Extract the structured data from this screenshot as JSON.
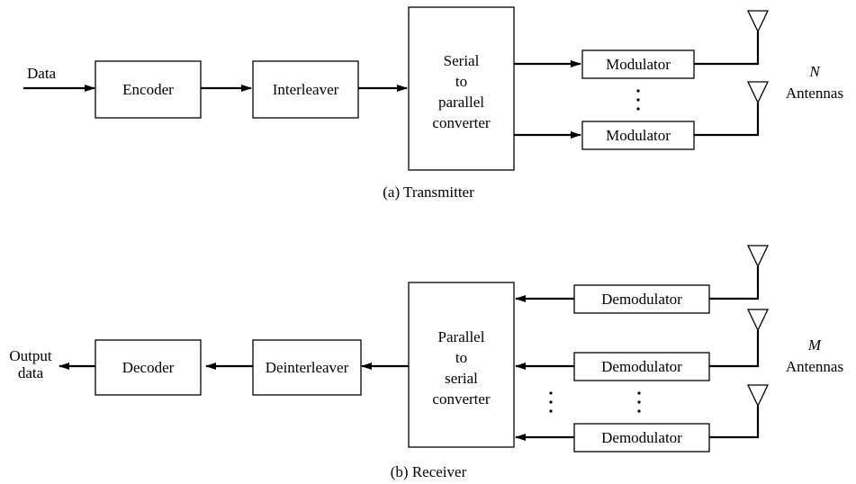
{
  "transmitter": {
    "input_label": "Data",
    "encoder": "Encoder",
    "interleaver": "Interleaver",
    "converter_lines": [
      "Serial",
      "to",
      "parallel",
      "converter"
    ],
    "modulators": [
      "Modulator",
      "Modulator"
    ],
    "antenna_count_symbol": "N",
    "antennas_label": "Antennas",
    "caption": "(a) Transmitter"
  },
  "receiver": {
    "output_label_lines": [
      "Output",
      "data"
    ],
    "decoder": "Decoder",
    "deinterleaver": "Deinterleaver",
    "converter_lines": [
      "Parallel",
      "to",
      "serial",
      "converter"
    ],
    "demodulators": [
      "Demodulator",
      "Demodulator",
      "Demodulator"
    ],
    "antenna_count_symbol": "M",
    "antennas_label": "Antennas",
    "caption": "(b) Receiver"
  }
}
